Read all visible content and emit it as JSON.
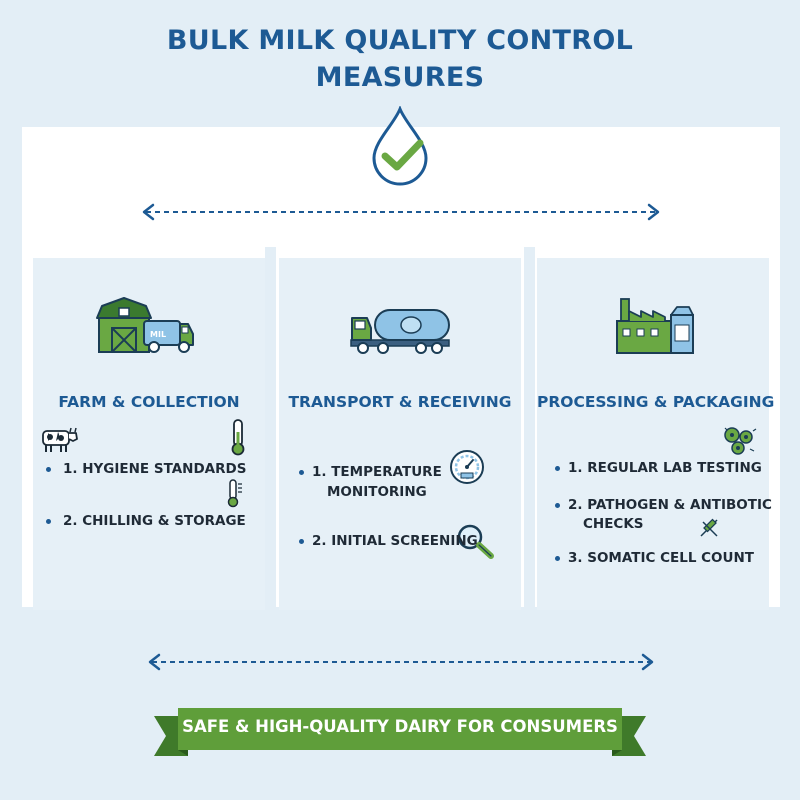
{
  "title": {
    "line1": "BULK MILK QUALITY CONTROL",
    "line2": "MEASURES"
  },
  "colors": {
    "primary_blue": "#1d5a94",
    "accent_green": "#6aa843",
    "banner_green": "#5f9e3a",
    "panel_bg": "#e6f0f7"
  },
  "stages": [
    {
      "heading": "FARM & COLLECTION",
      "icon": "barn-and-milk-truck-icon",
      "items": [
        "1. HYGIENE STANDARDS",
        "2. CHILLING & STORAGE"
      ],
      "item_icons": [
        "cow-icon",
        "thermometer-icon",
        "small-thermometer-icon"
      ],
      "truck_label": "MIL"
    },
    {
      "heading": "TRANSPORT & RECEIVING",
      "icon": "tanker-truck-icon",
      "items": [
        "1. TEMPERATURE",
        "MONITORING",
        "2. INITIAL SCREENING"
      ],
      "item_icons": [
        "gauge-icon",
        "magnifier-icon"
      ]
    },
    {
      "heading": "PROCESSING & PACKAGING",
      "icon": "factory-and-carton-icon",
      "items": [
        "1. REGULAR LAB TESTING",
        "2. PATHOGEN & ANTIBOTIC",
        "CHECKS",
        "3. SOMATIC CELL COUNT"
      ],
      "item_icons": [
        "cells-icon",
        "syringe-icon"
      ]
    }
  ],
  "banner": {
    "text": "SAFE & HIGH-QUALITY DAIRY FOR CONSUMERS"
  }
}
